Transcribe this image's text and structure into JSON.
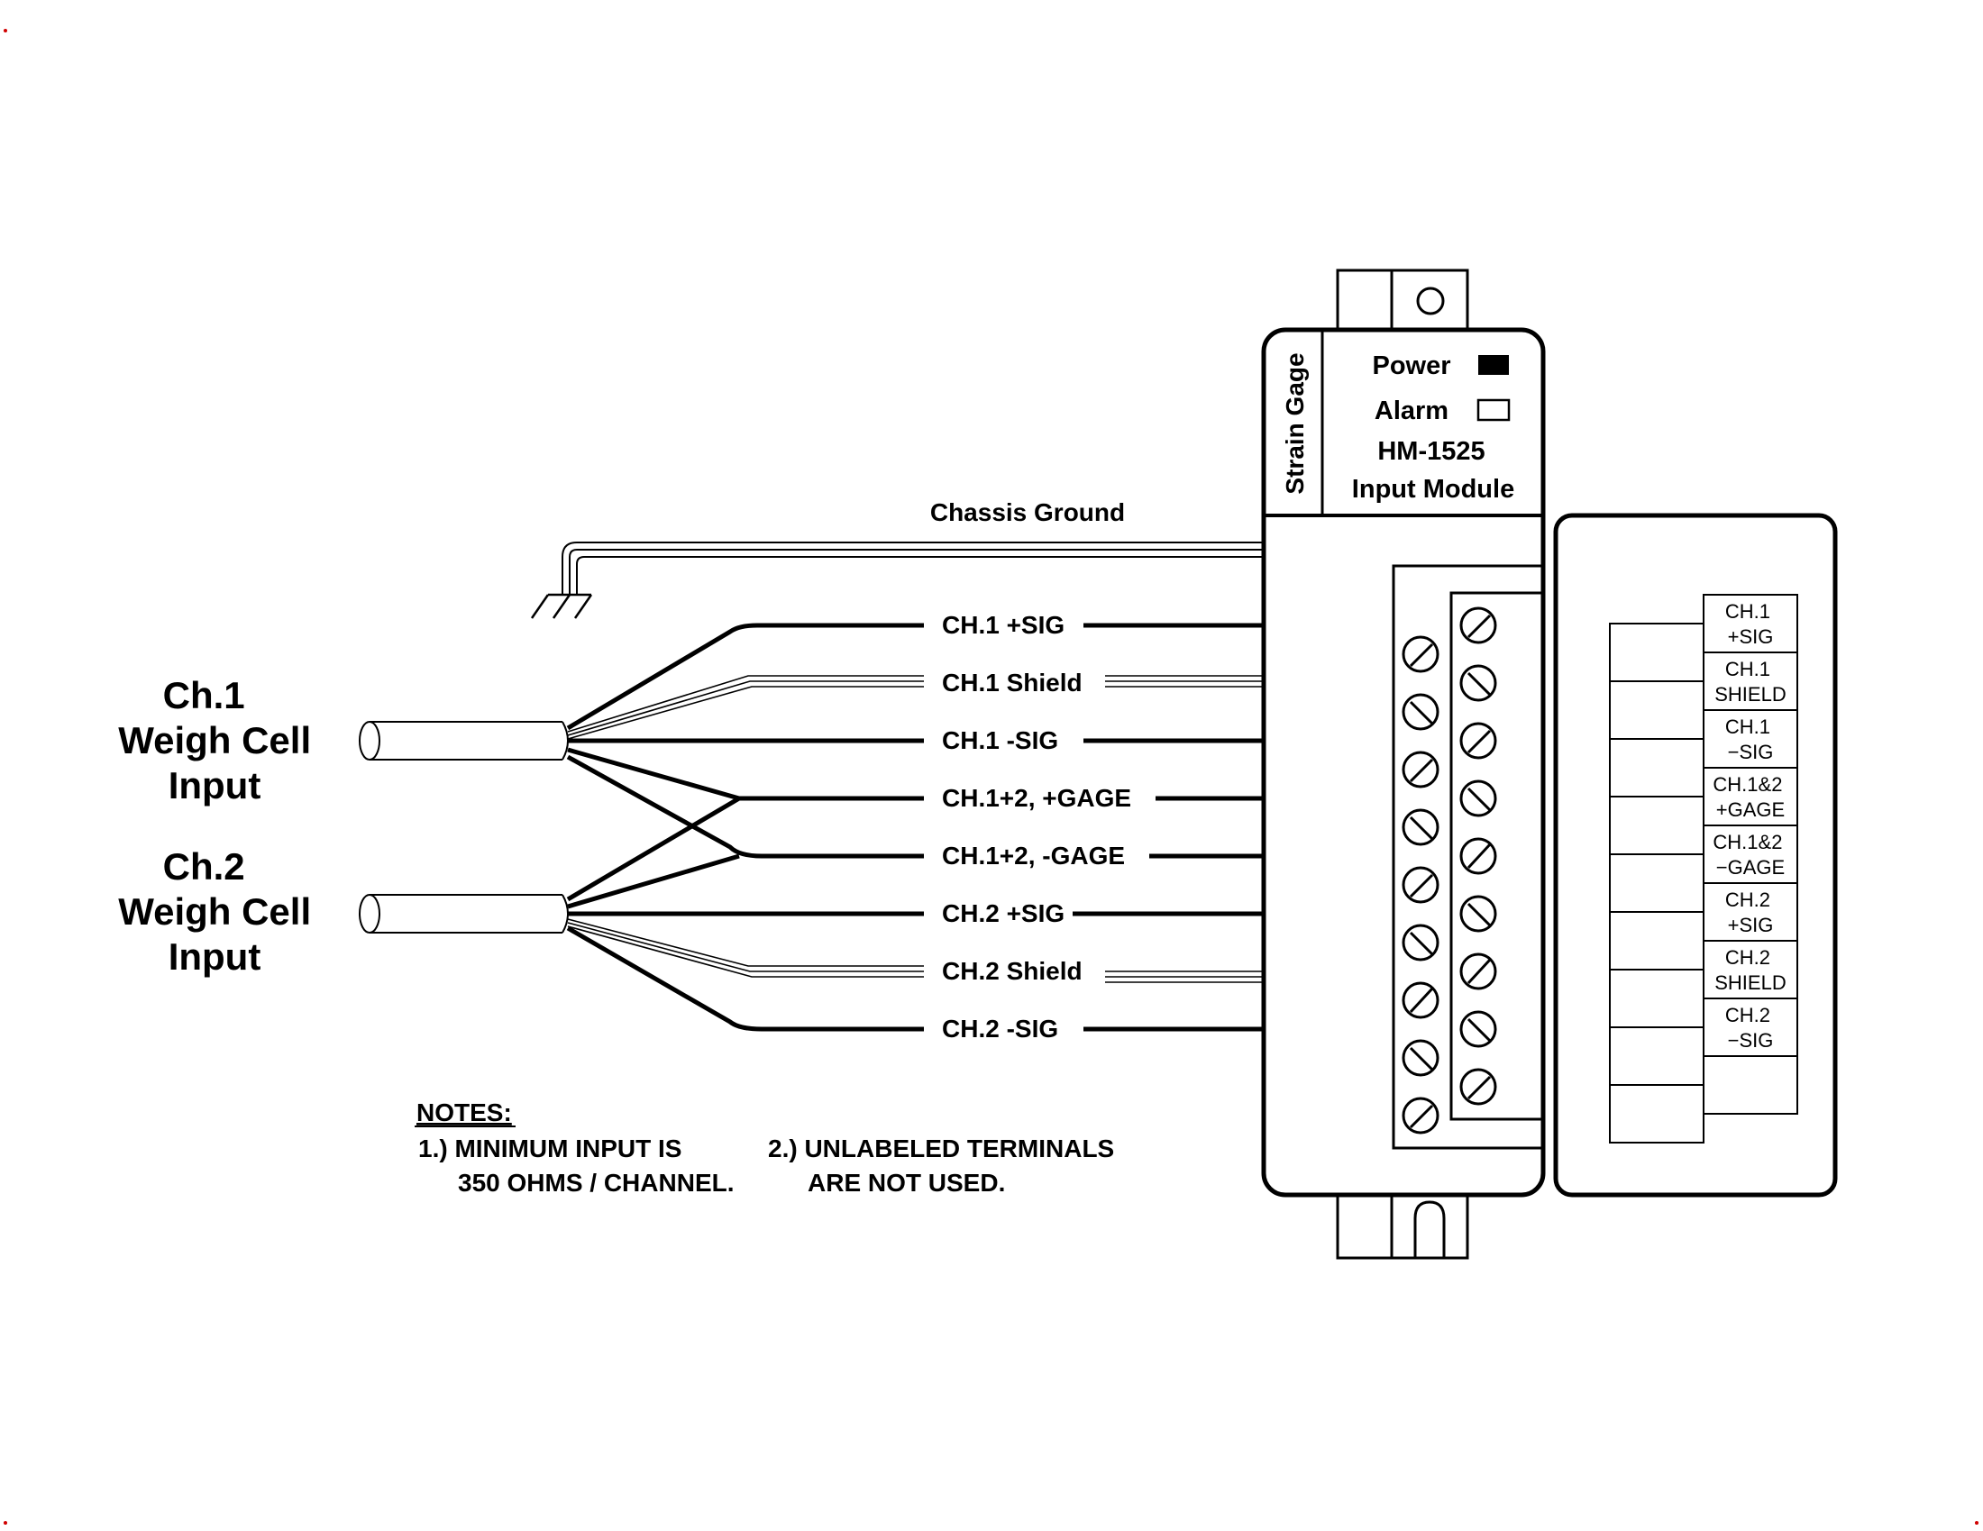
{
  "inputs": {
    "ch1": [
      "Ch.1",
      "Weigh Cell",
      "Input"
    ],
    "ch2": [
      "Ch.2",
      "Weigh Cell",
      "Input"
    ]
  },
  "ground_label": "Chassis Ground",
  "wires": [
    "CH.1 +SIG",
    "CH.1 Shield",
    "CH.1 -SIG",
    "CH.1+2, +GAGE",
    "CH.1+2, -GAGE",
    "CH.2 +SIG",
    "CH.2 Shield",
    "CH.2 -SIG"
  ],
  "module": {
    "side_label": "Strain  Gage",
    "power_label": "Power",
    "alarm_label": "Alarm",
    "model": "HM-1525",
    "type": "Input  Module"
  },
  "terminal_labels": [
    [
      "CH.1",
      "+SIG"
    ],
    [
      "CH.1",
      "SHIELD"
    ],
    [
      "CH.1",
      "−SIG"
    ],
    [
      "CH.1&2",
      "+GAGE"
    ],
    [
      "CH.1&2",
      "−GAGE"
    ],
    [
      "CH.2",
      "+SIG"
    ],
    [
      "CH.2",
      "SHIELD"
    ],
    [
      "CH.2",
      "−SIG"
    ]
  ],
  "notes": {
    "heading": "NOTES:",
    "note1_line1": "1.) MINIMUM  INPUT  IS",
    "note1_line2": "350  OHMS / CHANNEL.",
    "note2_line1": "2.) UNLABELED TERMINALS",
    "note2_line2": "ARE NOT USED."
  }
}
